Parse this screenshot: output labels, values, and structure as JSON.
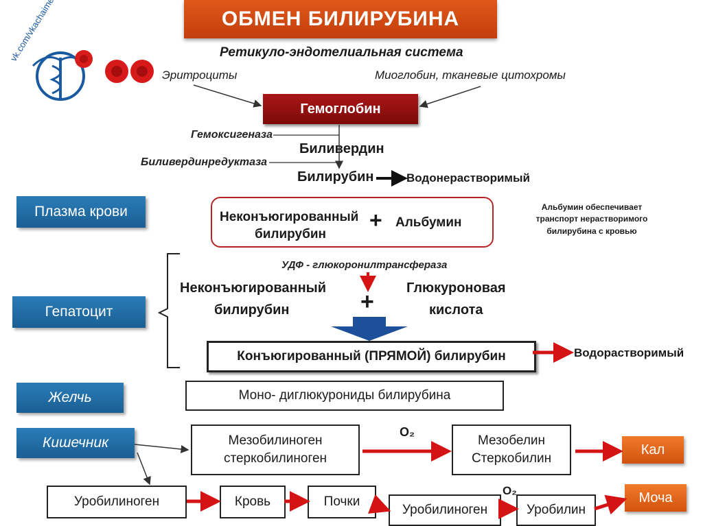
{
  "title": "ОБМЕН БИЛИРУБИНА",
  "subtitle": "Ретикуло-эндотелиальная система",
  "logo_text": "vk.com/vkachaimedicinu",
  "sources": {
    "erythrocytes": "Эритроциты",
    "myoglobin": "Миоглобин, тканевые цитохромы"
  },
  "hemoglobin": "Гемоглобин",
  "enzymes": {
    "hemoxygenase": "Гемоксигеназа",
    "biliverdin_reductase": "Биливердинредуктаза",
    "udp": "УДФ - глюкоронилтрансфераза"
  },
  "biliverdin": "Биливердин",
  "bilirubin": "Билирубин",
  "water_insoluble": "Водонерастворимый",
  "water_soluble": "Водорастворимый",
  "stages": {
    "plasma": "Плазма крови",
    "hepatocyte": "Гепатоцит",
    "bile": "Желчь",
    "intestine": "Кишечник"
  },
  "plasma_box": {
    "left_line1": "Неконъюгированный",
    "left_line2": "билирубин",
    "right": "Альбумин"
  },
  "albumin_note": {
    "line1": "Альбумин обеспечивает",
    "line2": "транспорт нерастворимого",
    "line3": "билирубина с кровью"
  },
  "hepatocyte": {
    "left_line1": "Неконъюгированный",
    "left_line2": "билирубин",
    "right_line1": "Глюкуроновая",
    "right_line2": "кислота",
    "conjugated": "Конъюгированный (ПРЯМОЙ) билирубин"
  },
  "bile_box": "Моно- диглюкурониды билирубина",
  "intestine": {
    "meso_line1": "Мезобилиноген",
    "meso_line2": "стеркобилиноген",
    "o2": "O₂",
    "mesobilin_line1": "Мезобелин",
    "mesobilin_line2": "Стеркобилин",
    "feces": "Кал",
    "urobilinogen1": "Уробилиноген",
    "blood": "Кровь",
    "kidneys": "Почки",
    "urobilinogen2": "Уробилиноген",
    "o2_b": "O₂",
    "urobilin": "Уробилин",
    "urine": "Моча"
  },
  "colors": {
    "banner": "#d34a10",
    "hemoglobin": "#8e0d0d",
    "side": "#1f6aa3",
    "red_arrow": "#d41414",
    "orange": "#e3661c"
  }
}
